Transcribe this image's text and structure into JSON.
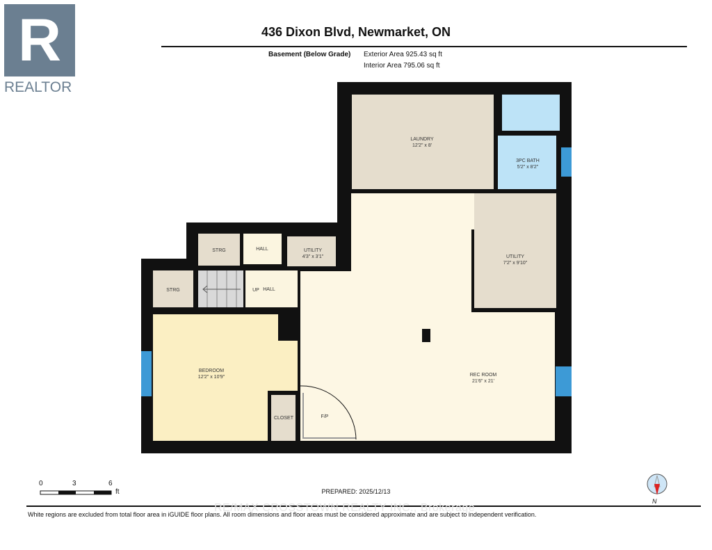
{
  "logo": {
    "text": "REALTOR",
    "mark": "R",
    "color": "#6b7f91"
  },
  "header": {
    "title": "436 Dixon Blvd, Newmarket, ON",
    "level": "Basement (Below Grade)",
    "exterior_area": "Exterior Area 925.43 sq ft",
    "interior_area": "Interior Area 795.06 sq ft"
  },
  "rooms": {
    "laundry": {
      "name": "LAUNDRY",
      "dims": "12'2\" x 8'"
    },
    "bath": {
      "name": "3PC BATH",
      "dims": "5'2\" x 8'2\""
    },
    "utility_large": {
      "name": "UTILITY",
      "dims": "7'2\" x 9'10\""
    },
    "utility_small": {
      "name": "UTILITY",
      "dims": "4'3\" x 3'1\""
    },
    "hall_upper": {
      "name": "HALL"
    },
    "hall_lower": {
      "name": "HALL"
    },
    "strg_upper": {
      "name": "STRG"
    },
    "strg_left": {
      "name": "STRG"
    },
    "stairs": {
      "name": "UP"
    },
    "bedroom": {
      "name": "BEDROOM",
      "dims": "12'2\" x 10'9\""
    },
    "closet": {
      "name": "CLOSET"
    },
    "fireplace": {
      "name": "F/P"
    },
    "rec_room": {
      "name": "REC ROOM",
      "dims": "21'6\" x 21'"
    }
  },
  "colors": {
    "wall": "#111111",
    "beige": "#e5ddcd",
    "cream": "#fdf7e4",
    "bath": "#bde3f7",
    "bedroom": "#fbefc3",
    "window": "#3d9ad6"
  },
  "scale": {
    "ticks": [
      "0",
      "3",
      "6"
    ],
    "unit": "ft"
  },
  "footer": {
    "prepared": "PREPARED: 2025/12/13",
    "watermark": "RE/MAX CROSSTOWN REALTY INC., Brokerage",
    "compass": "N",
    "disclaimer": "White regions are excluded from total floor area in iGUIDE floor plans. All room dimensions and floor areas must be considered approximate and are subject to independent verification."
  }
}
